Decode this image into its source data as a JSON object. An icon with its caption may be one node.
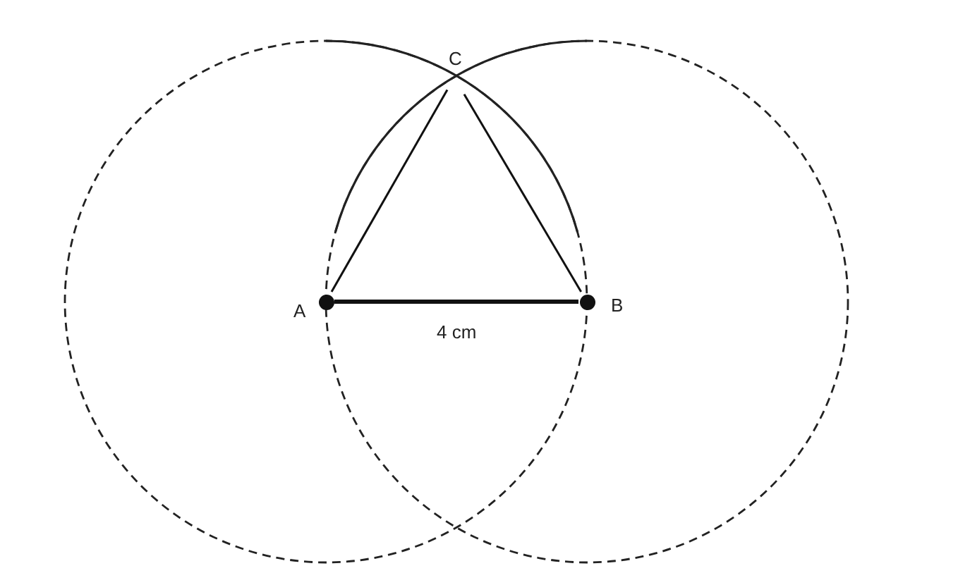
{
  "diagram": {
    "nodes": [
      {
        "text": [
          "A"
        ]
      },
      {
        "text": [
          "B"
        ]
      },
      {
        "text": [
          "C"
        ]
      }
    ],
    "edges": [
      {
        "from": 0,
        "to": 1,
        "arrow": "none",
        "label": "4 cm",
        "style": "thick"
      },
      {
        "from": 0,
        "to": 2,
        "arrow": "none"
      },
      {
        "from": 1,
        "to": 2,
        "arrow": "none"
      }
    ]
  }
}
